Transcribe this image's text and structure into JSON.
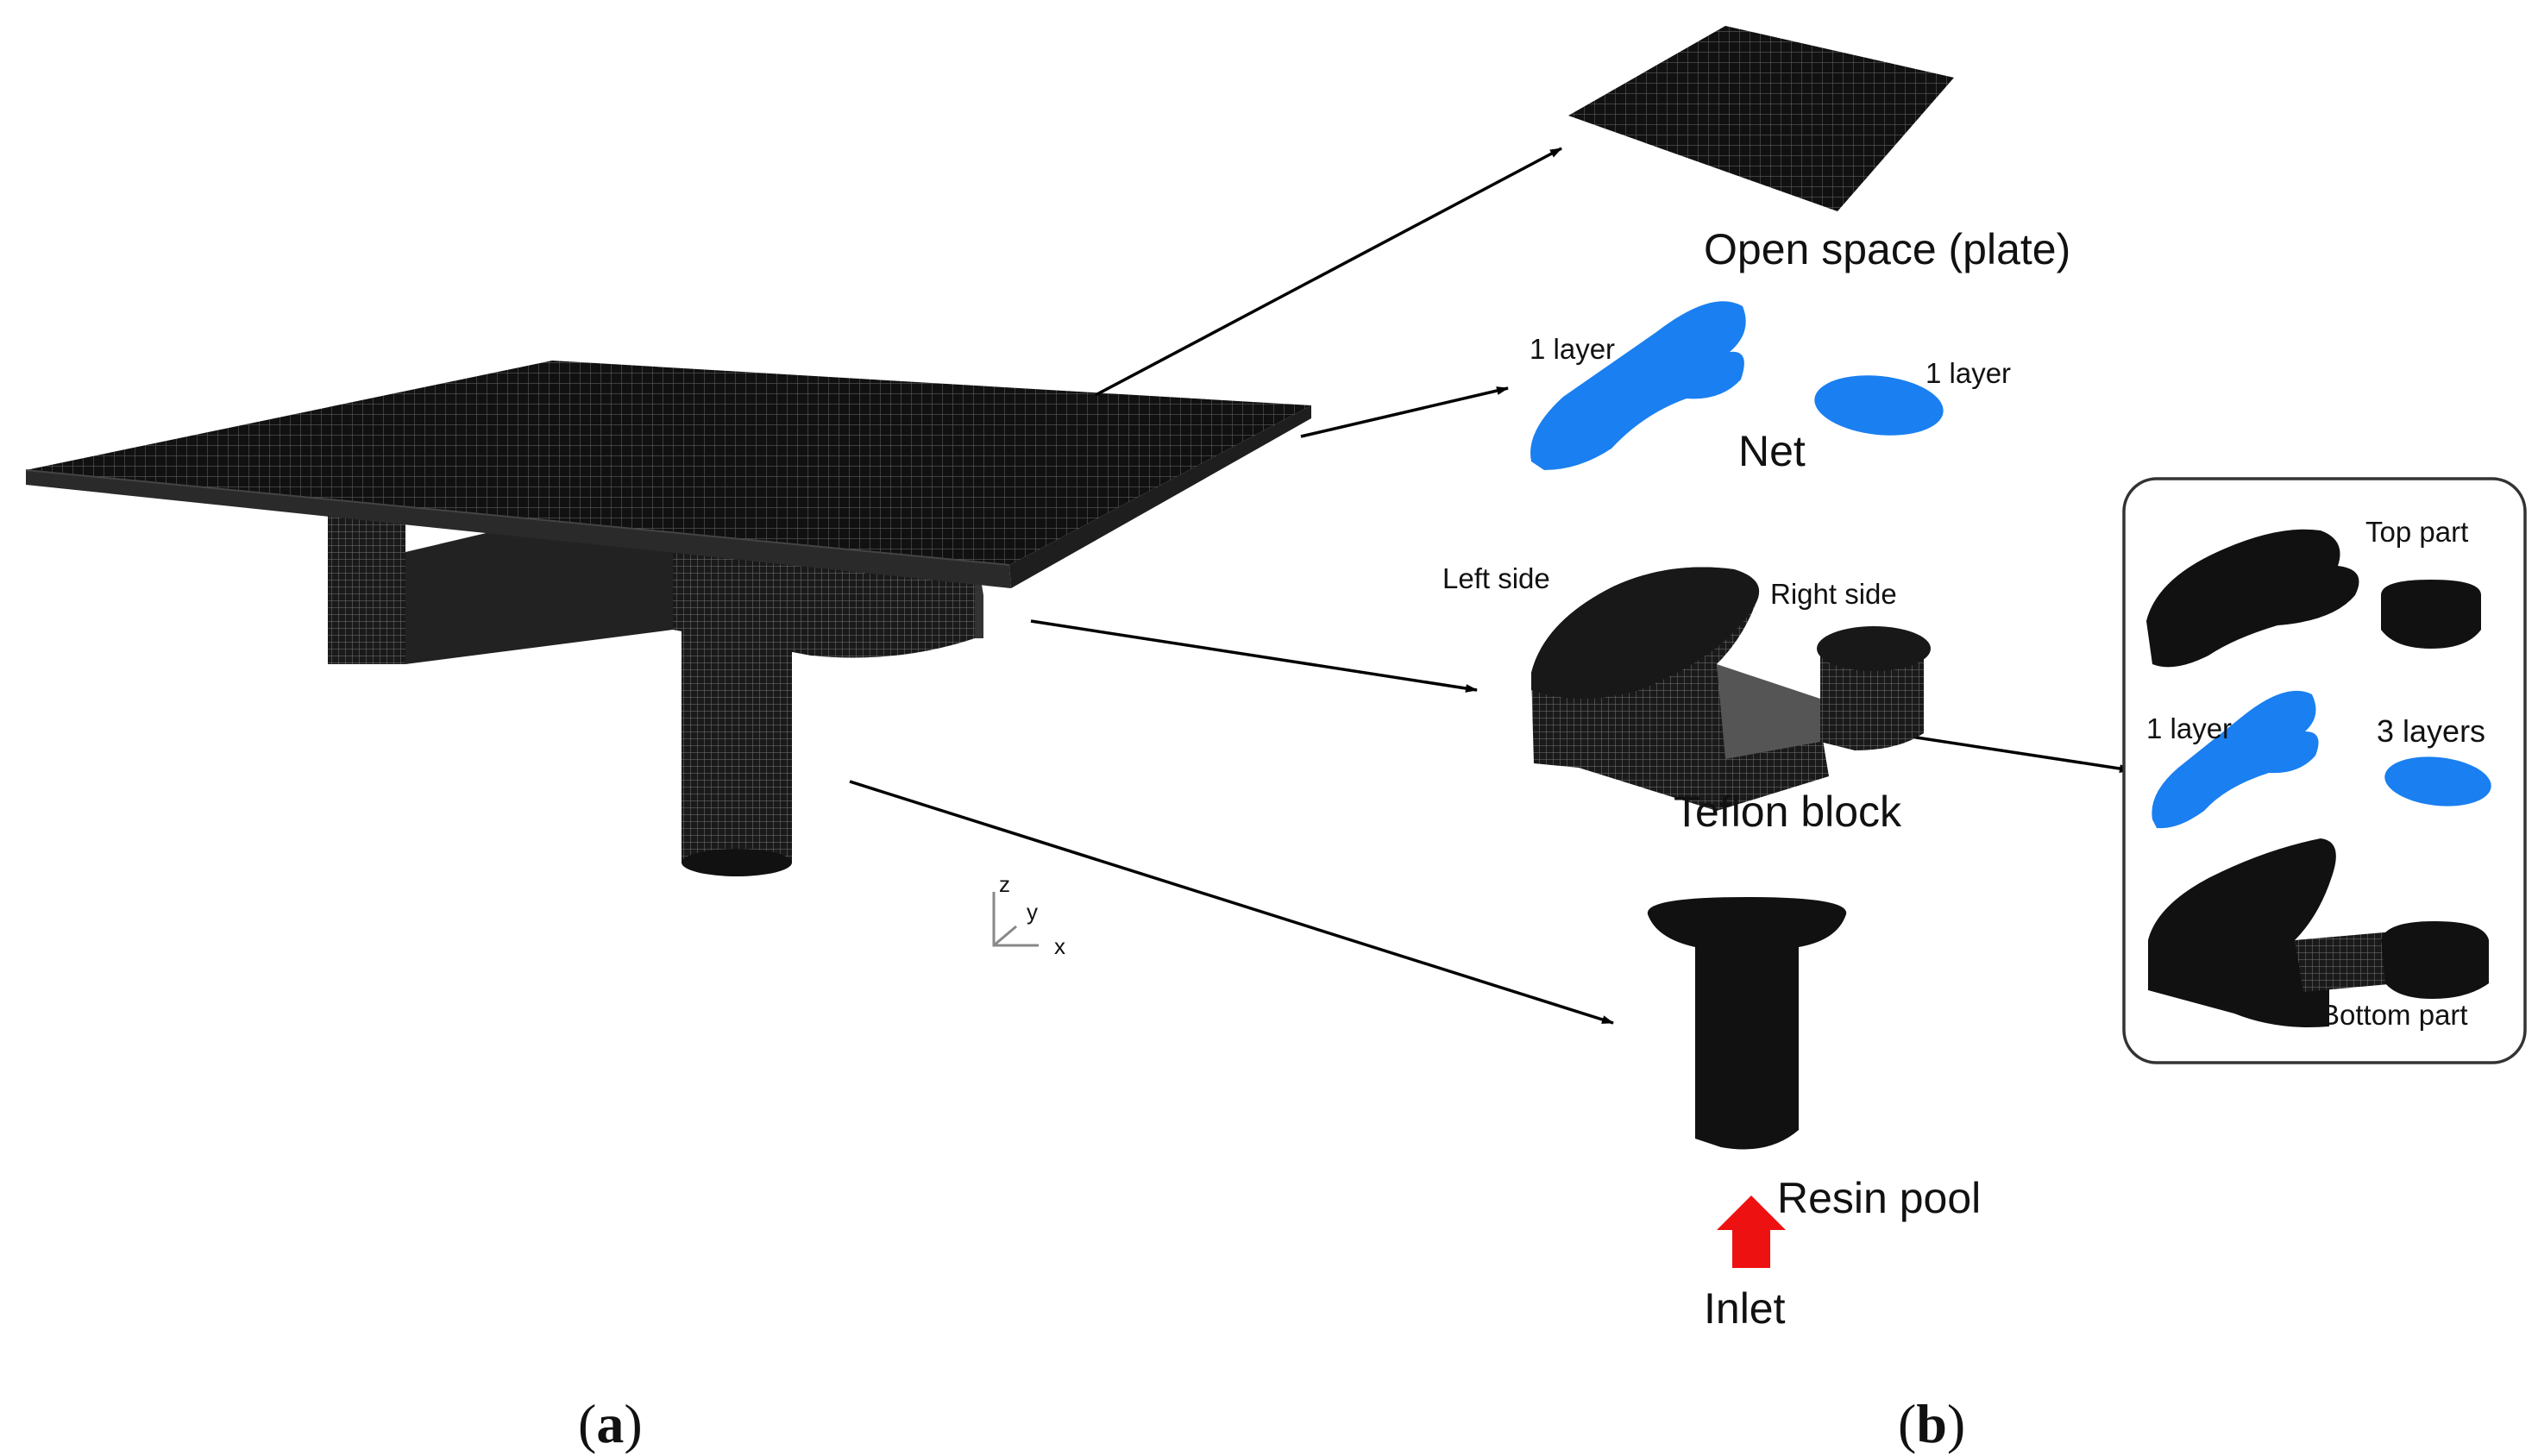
{
  "colors": {
    "mesh": "#111111",
    "mesh_side": "#2a2a2a",
    "net": "#1a7ff0",
    "inlet_arrow": "#ee1111",
    "arrow": "#000000"
  },
  "panel_a": {
    "label_prefix": "(",
    "letter": "a",
    "label_suffix": ")"
  },
  "panel_b": {
    "label_prefix": "(",
    "letter": "b",
    "label_suffix": ")"
  },
  "axes": {
    "z": "z",
    "y": "y",
    "x": "x"
  },
  "components": {
    "open_space": "Open space (plate)",
    "net": "Net",
    "net_left_layer": "1 layer",
    "net_right_layer": "1 layer",
    "teflon_block": "Teflon block",
    "left_side": "Left side",
    "right_side": "Right side",
    "resin_pool": "Resin pool",
    "inlet": "Inlet"
  },
  "inset": {
    "top_part": "Top part",
    "left_layer": "1 layer",
    "right_layers": "3 layers",
    "bottom_part": "Bottom part"
  }
}
